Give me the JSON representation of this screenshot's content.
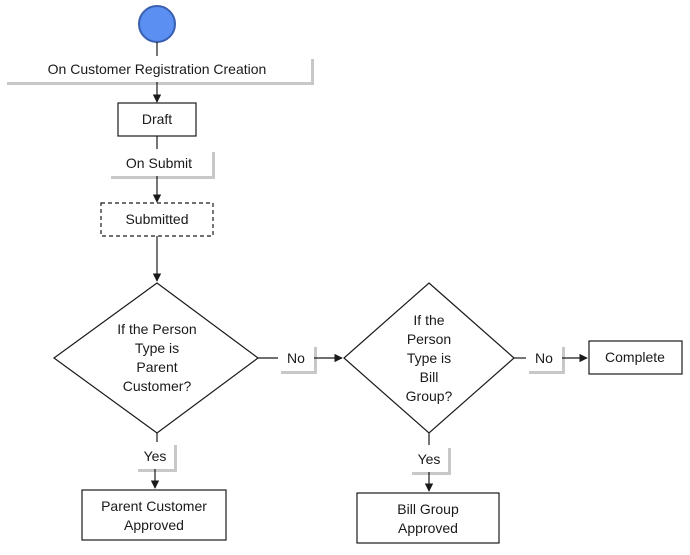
{
  "start_event": {
    "name": "start-event"
  },
  "trigger": {
    "label": "On Customer Registration Creation"
  },
  "states": {
    "draft": "Draft",
    "submitted": "Submitted",
    "parent_customer_approved": [
      "Parent Customer",
      "Approved"
    ],
    "bill_group_approved": [
      "Bill Group",
      "Approved"
    ],
    "complete": "Complete"
  },
  "transitions": {
    "on_submit": "On Submit"
  },
  "decisions": {
    "parent_customer": [
      "If the Person",
      "Type is",
      "Parent",
      "Customer?"
    ],
    "bill_group": [
      "If the",
      "Person",
      "Type is",
      "Bill",
      "Group?"
    ]
  },
  "branch_labels": {
    "decision1_no": "No",
    "decision1_yes": "Yes",
    "decision2_no": "No",
    "decision2_yes": "Yes"
  },
  "colors": {
    "start_fill": "#5b8ff1",
    "start_stroke": "#3a5fb0",
    "line": "#1a1a1a",
    "box_stroke": "#1a1a1a",
    "shadow": "#c8c8c8"
  }
}
